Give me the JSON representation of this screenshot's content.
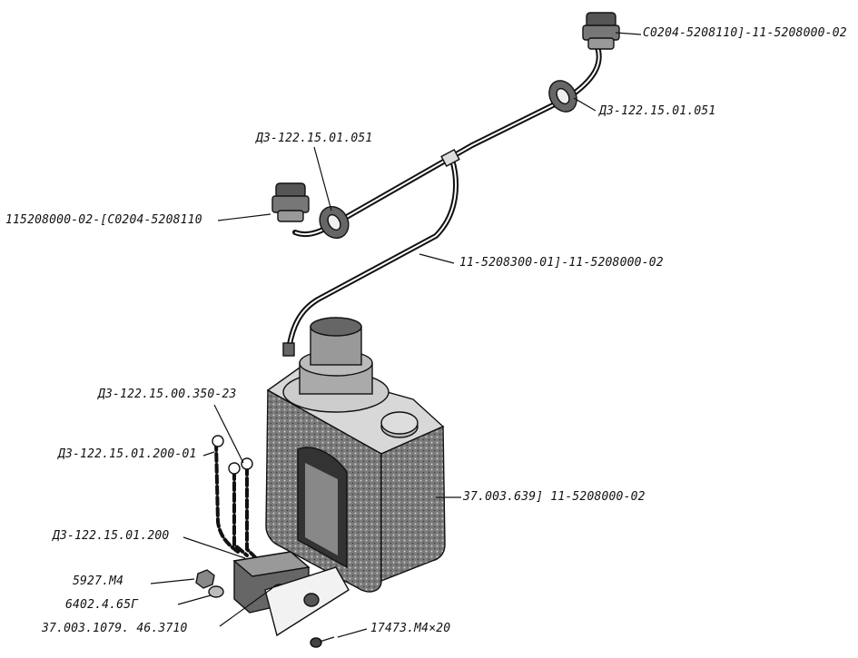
{
  "labels": {
    "top_fitting": "С0204-5208110]-11-5208000-02",
    "right_grommet": "ДЗ-122.15.01.051",
    "left_grommet": "ДЗ-122.15.01.051",
    "left_fitting": "115208000-02-[С0204-5208110",
    "tube_assembly": "11-5208300-01]-11-5208000-02",
    "reservoir": "37.003.639] 11-5208000-02",
    "wire_350": "ДЗ-122.15.00.350-23",
    "wire_200_01": "ДЗ-122.15.01.200-01",
    "wire_200": "ДЗ-122.15.01.200",
    "nut": "5927.М4",
    "washer": "6402.4.65Г",
    "pump_motor": "37.003.1079. 46.3710",
    "screw": "17473.М4×20"
  }
}
